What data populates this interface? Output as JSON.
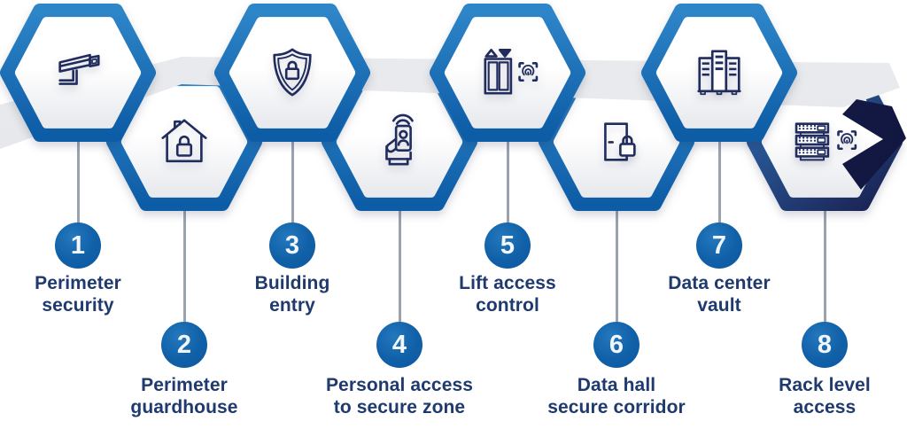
{
  "diagram_title": "data-center-physical-security-layers",
  "colors": {
    "hex_border_blue_light": "#2e85c8",
    "hex_border_blue_dark": "#0d5ca6",
    "hex8_border_light": "#2d6cb0",
    "hex8_border_dark": "#191f4e",
    "hex_inner_top": "#ffffff",
    "hex_inner_bottom": "#e8eaee",
    "ribbon_gray": "#e4e6e9",
    "ribbon_navy": "#1d2456",
    "icon_navy": "#202c5d",
    "circle_blue": "#1565ab",
    "label_navy": "#1e3a6e",
    "line_gray": "#9aa2b0",
    "number_text": "#f2f7fd"
  },
  "steps": [
    {
      "number": "1",
      "label": "Perimeter\nsecurity",
      "icon": "cctv-camera-icon",
      "row": "top",
      "accent": "blue"
    },
    {
      "number": "2",
      "label": "Perimeter\nguardhouse",
      "icon": "guardhouse-lock-icon",
      "row": "bottom",
      "accent": "blue"
    },
    {
      "number": "3",
      "label": "Building\nentry",
      "icon": "shield-lock-icon",
      "row": "top",
      "accent": "blue"
    },
    {
      "number": "4",
      "label": "Personal access\nto secure zone",
      "icon": "access-card-hand-icon",
      "row": "bottom",
      "accent": "blue"
    },
    {
      "number": "5",
      "label": "Lift access\ncontrol",
      "icon": "lift-fingerprint-icon",
      "row": "top",
      "accent": "blue"
    },
    {
      "number": "6",
      "label": "Data hall\nsecure corridor",
      "icon": "secure-door-icon",
      "row": "bottom",
      "accent": "blue"
    },
    {
      "number": "7",
      "label": "Data center\nvault",
      "icon": "server-cabinets-icon",
      "row": "top",
      "accent": "blue"
    },
    {
      "number": "8",
      "label": "Rack level\naccess",
      "icon": "rack-fingerprint-icon",
      "row": "bottom",
      "accent": "navy"
    }
  ]
}
